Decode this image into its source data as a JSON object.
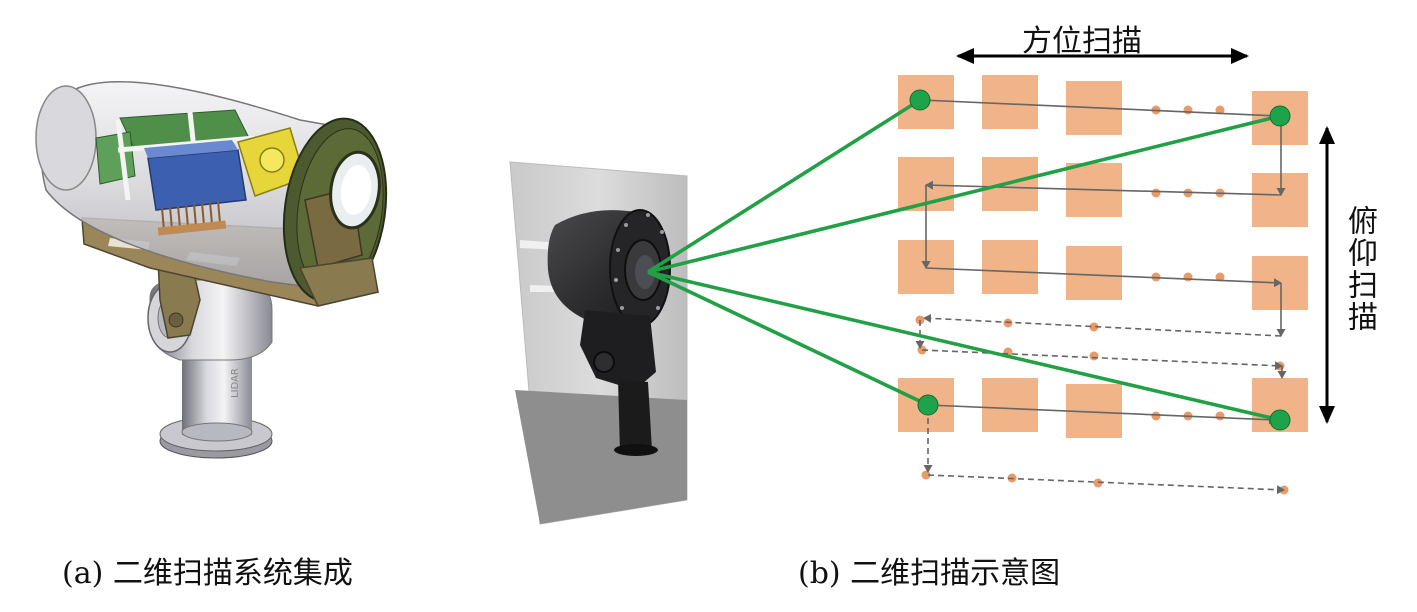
{
  "figure": {
    "panel_a": {
      "caption": "(a) 二维扫描系统集成",
      "image_subject": "scanning-head-cad-model"
    },
    "panel_b": {
      "caption": "(b) 二维扫描示意图",
      "azimuth_label": "方位扫描",
      "elevation_label": "俯仰扫描",
      "image_subject": "scanning-head-photo"
    }
  },
  "colors": {
    "cell": "#f0b488",
    "dot": "#e89a68",
    "beam": "#22a046",
    "target": "#1fa34a",
    "path": "#666666",
    "arrow": "#000000",
    "flange": "#4d5a2f",
    "olive": "#8a7a50"
  }
}
